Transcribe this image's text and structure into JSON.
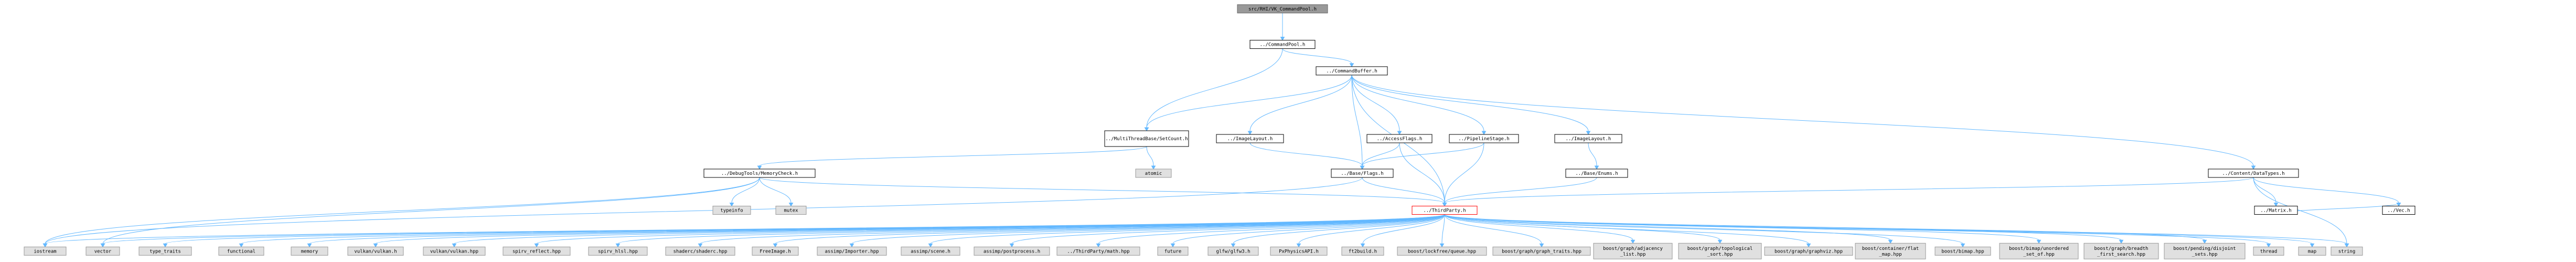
{
  "diagram": {
    "title": "include dependency graph",
    "colors": {
      "root_fill": "#999999",
      "root_border": "#666666",
      "file_fill": "#ffffff",
      "file_border": "#000000",
      "highlight_border": "#ff0000",
      "external_fill": "#e0e0e0",
      "external_border": "#999999",
      "edge": "#63b8ff"
    },
    "nodes": [
      {
        "id": "root",
        "label": "src/RHI/VK_CommandPool.h",
        "kind": "root"
      },
      {
        "id": "cmdpool",
        "label": "../CommandPool.h",
        "kind": "file"
      },
      {
        "id": "cmdbuf",
        "label": "../CommandBuffer.h",
        "kind": "file"
      },
      {
        "id": "multithread",
        "label": "../MultiThreadBase/SetCount.h",
        "kind": "file"
      },
      {
        "id": "imagelayout",
        "label": "../ImageLayout.h",
        "kind": "file"
      },
      {
        "id": "accessflags",
        "label": "../AccessFlags.h",
        "kind": "file"
      },
      {
        "id": "pipelinestage",
        "label": "../PipelineStage.h",
        "kind": "file"
      },
      {
        "id": "imagelayout2",
        "label": "../ImageLayout.h",
        "kind": "file"
      },
      {
        "id": "atomic",
        "label": "atomic",
        "kind": "external"
      },
      {
        "id": "memcheck",
        "label": "../DebugTools/MemoryCheck.h",
        "kind": "file"
      },
      {
        "id": "baseflags",
        "label": "../Base/Flags.h",
        "kind": "file"
      },
      {
        "id": "baseenums",
        "label": "../Base/Enums.h",
        "kind": "file"
      },
      {
        "id": "datatypes",
        "label": "../Content/DataTypes.h",
        "kind": "file"
      },
      {
        "id": "typeinfo",
        "label": "typeinfo",
        "kind": "external"
      },
      {
        "id": "mutex",
        "label": "mutex",
        "kind": "external"
      },
      {
        "id": "thirdparty",
        "label": "../ThirdParty.h",
        "kind": "highlight"
      },
      {
        "id": "matrix",
        "label": "../Matrix.h",
        "kind": "file"
      },
      {
        "id": "vecs",
        "label": "../Vec.h",
        "kind": "file"
      },
      {
        "id": "iostream",
        "label": "iostream",
        "kind": "external"
      },
      {
        "id": "vector",
        "label": "vector",
        "kind": "external"
      },
      {
        "id": "type_traits",
        "label": "type_traits",
        "kind": "external"
      },
      {
        "id": "functional",
        "label": "functional",
        "kind": "external"
      },
      {
        "id": "memory",
        "label": "memory",
        "kind": "external"
      },
      {
        "id": "vulkan_h",
        "label": "vulkan/vulkan.h",
        "kind": "external"
      },
      {
        "id": "vulkan_hpp",
        "label": "vulkan/vulkan.hpp",
        "kind": "external"
      },
      {
        "id": "spirv_reflect",
        "label": "spirv_reflect.hpp",
        "kind": "external"
      },
      {
        "id": "spirv_hlsl",
        "label": "spirv_hlsl.hpp",
        "kind": "external"
      },
      {
        "id": "shaderc",
        "label": "shaderc/shaderc.hpp",
        "kind": "external"
      },
      {
        "id": "freeimage",
        "label": "FreeImage.h",
        "kind": "external"
      },
      {
        "id": "assimp_importer",
        "label": "assimp/Importer.hpp",
        "kind": "external"
      },
      {
        "id": "assimp_scene",
        "label": "assimp/scene.h",
        "kind": "external"
      },
      {
        "id": "assimp_post",
        "label": "assimp/postprocess.h",
        "kind": "external"
      },
      {
        "id": "tp_math",
        "label": "../ThirdParty/math.hpp",
        "kind": "external"
      },
      {
        "id": "future",
        "label": "future",
        "kind": "external"
      },
      {
        "id": "glfw",
        "label": "glfw/glfw3.h",
        "kind": "external"
      },
      {
        "id": "physx",
        "label": "PxPhysicsAPI.h",
        "kind": "external"
      },
      {
        "id": "ftbuild",
        "label": "ft2build.h",
        "kind": "external"
      },
      {
        "id": "lockfree",
        "label": "boost/lockfree/queue.hpp",
        "kind": "external"
      },
      {
        "id": "graph_traits",
        "label": "boost/graph/graph_traits.hpp",
        "kind": "external"
      },
      {
        "id": "adjacency",
        "label": "boost/graph/adjacency\n_list.hpp",
        "kind": "external"
      },
      {
        "id": "topological",
        "label": "boost/graph/topological\n_sort.hpp",
        "kind": "external"
      },
      {
        "id": "graphviz",
        "label": "boost/graph/graphviz.hpp",
        "kind": "external"
      },
      {
        "id": "flatmap",
        "label": "boost/container/flat\n_map.hpp",
        "kind": "external"
      },
      {
        "id": "bimap",
        "label": "boost/bimap.hpp",
        "kind": "external"
      },
      {
        "id": "unordered_set",
        "label": "boost/bimap/unordered\n_set_of.hpp",
        "kind": "external"
      },
      {
        "id": "bfs",
        "label": "boost/graph/breadth\n_first_search.hpp",
        "kind": "external"
      },
      {
        "id": "disjoint",
        "label": "boost/pending/disjoint\n_sets.hpp",
        "kind": "external"
      },
      {
        "id": "thread",
        "label": "thread",
        "kind": "external"
      },
      {
        "id": "map",
        "label": "map",
        "kind": "external"
      },
      {
        "id": "string",
        "label": "string",
        "kind": "external"
      }
    ],
    "edges": [
      [
        "root",
        "cmdpool"
      ],
      [
        "cmdpool",
        "cmdbuf"
      ],
      [
        "cmdpool",
        "multithread"
      ],
      [
        "cmdbuf",
        "multithread"
      ],
      [
        "cmdbuf",
        "imagelayout"
      ],
      [
        "cmdbuf",
        "accessflags"
      ],
      [
        "cmdbuf",
        "pipelinestage"
      ],
      [
        "cmdbuf",
        "imagelayout2"
      ],
      [
        "cmdbuf",
        "baseflags"
      ],
      [
        "cmdbuf",
        "thirdparty"
      ],
      [
        "cmdbuf",
        "datatypes"
      ],
      [
        "multithread",
        "atomic"
      ],
      [
        "multithread",
        "memcheck"
      ],
      [
        "imagelayout",
        "baseflags"
      ],
      [
        "accessflags",
        "baseflags"
      ],
      [
        "accessflags",
        "thirdparty"
      ],
      [
        "pipelinestage",
        "baseflags"
      ],
      [
        "pipelinestage",
        "thirdparty"
      ],
      [
        "imagelayout2",
        "baseenums"
      ],
      [
        "baseenums",
        "thirdparty"
      ],
      [
        "baseflags",
        "thirdparty"
      ],
      [
        "baseflags",
        "iostream"
      ],
      [
        "memcheck",
        "typeinfo"
      ],
      [
        "memcheck",
        "mutex"
      ],
      [
        "memcheck",
        "thirdparty"
      ],
      [
        "memcheck",
        "iostream"
      ],
      [
        "memcheck",
        "vector"
      ],
      [
        "datatypes",
        "thirdparty"
      ],
      [
        "datatypes",
        "matrix"
      ],
      [
        "datatypes",
        "vecs"
      ],
      [
        "datatypes",
        "string"
      ],
      [
        "matrix",
        "vecs"
      ],
      [
        "thirdparty",
        "iostream"
      ],
      [
        "thirdparty",
        "vector"
      ],
      [
        "thirdparty",
        "type_traits"
      ],
      [
        "thirdparty",
        "functional"
      ],
      [
        "thirdparty",
        "memory"
      ],
      [
        "thirdparty",
        "vulkan_h"
      ],
      [
        "thirdparty",
        "vulkan_hpp"
      ],
      [
        "thirdparty",
        "spirv_reflect"
      ],
      [
        "thirdparty",
        "spirv_hlsl"
      ],
      [
        "thirdparty",
        "shaderc"
      ],
      [
        "thirdparty",
        "freeimage"
      ],
      [
        "thirdparty",
        "assimp_importer"
      ],
      [
        "thirdparty",
        "assimp_scene"
      ],
      [
        "thirdparty",
        "assimp_post"
      ],
      [
        "thirdparty",
        "tp_math"
      ],
      [
        "thirdparty",
        "future"
      ],
      [
        "thirdparty",
        "glfw"
      ],
      [
        "thirdparty",
        "physx"
      ],
      [
        "thirdparty",
        "ftbuild"
      ],
      [
        "thirdparty",
        "lockfree"
      ],
      [
        "thirdparty",
        "graph_traits"
      ],
      [
        "thirdparty",
        "adjacency"
      ],
      [
        "thirdparty",
        "topological"
      ],
      [
        "thirdparty",
        "graphviz"
      ],
      [
        "thirdparty",
        "flatmap"
      ],
      [
        "thirdparty",
        "bimap"
      ],
      [
        "thirdparty",
        "unordered_set"
      ],
      [
        "thirdparty",
        "bfs"
      ],
      [
        "thirdparty",
        "disjoint"
      ],
      [
        "thirdparty",
        "thread"
      ],
      [
        "thirdparty",
        "map"
      ],
      [
        "thirdparty",
        "string"
      ]
    ]
  }
}
